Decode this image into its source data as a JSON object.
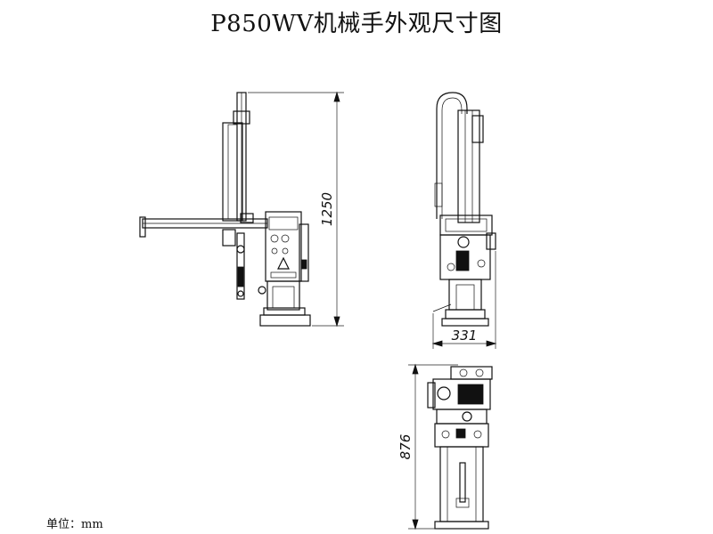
{
  "title": "P850WV机械手外观尺寸图",
  "unit_label": "单位：mm",
  "dimensions": {
    "front_height": "1250",
    "side_width": "331",
    "top_depth": "876"
  },
  "colors": {
    "line": "#111111",
    "background": "#ffffff"
  }
}
